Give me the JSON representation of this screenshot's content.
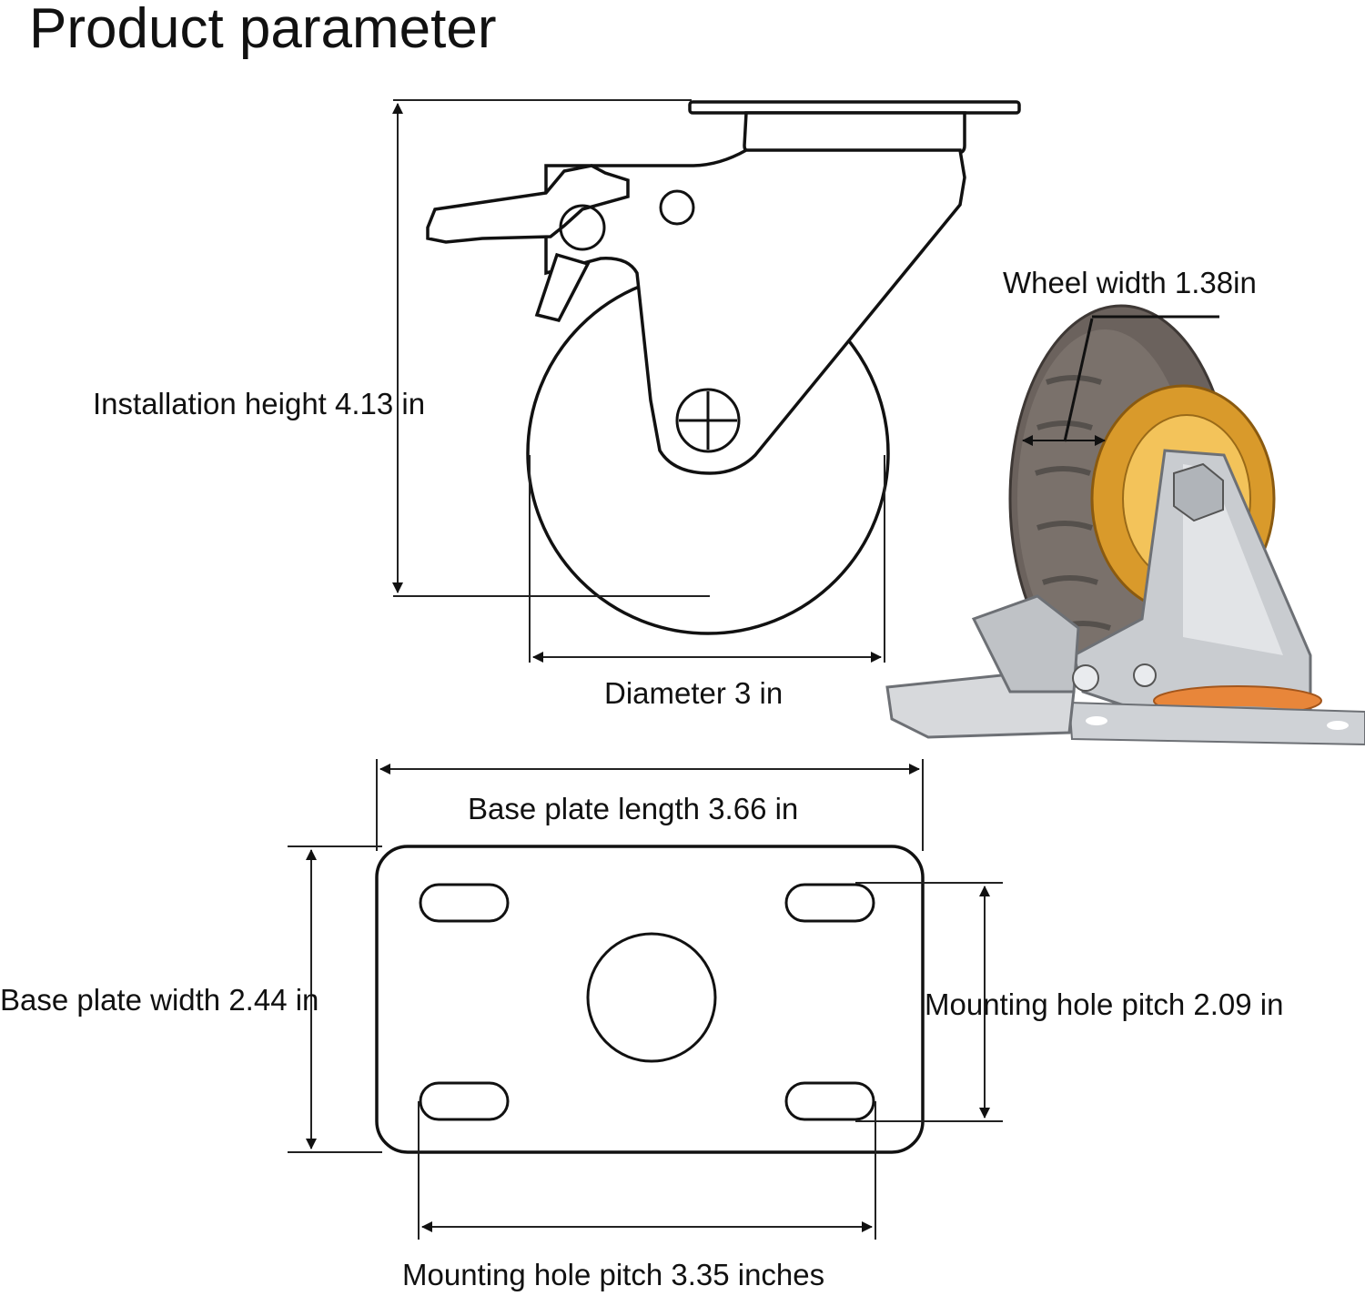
{
  "title": "Product parameter",
  "dimensions": {
    "installation_height": "Installation height 4.13 in",
    "diameter": "Diameter 3 in",
    "wheel_width": "Wheel width 1.38in",
    "base_plate_length": "Base plate length 3.66 in",
    "base_plate_width": "Base plate width 2.44 in",
    "mounting_hole_pitch_vertical": "Mounting hole pitch 2.09 in",
    "mounting_hole_pitch_horizontal": "Mounting hole pitch 3.35 inches"
  },
  "colors": {
    "line": "#111111",
    "tire": "#6b625d",
    "hub_gold": "#d99a2b",
    "bracket_silver": "#c9ccd0",
    "accent_orange": "#e8863a"
  }
}
